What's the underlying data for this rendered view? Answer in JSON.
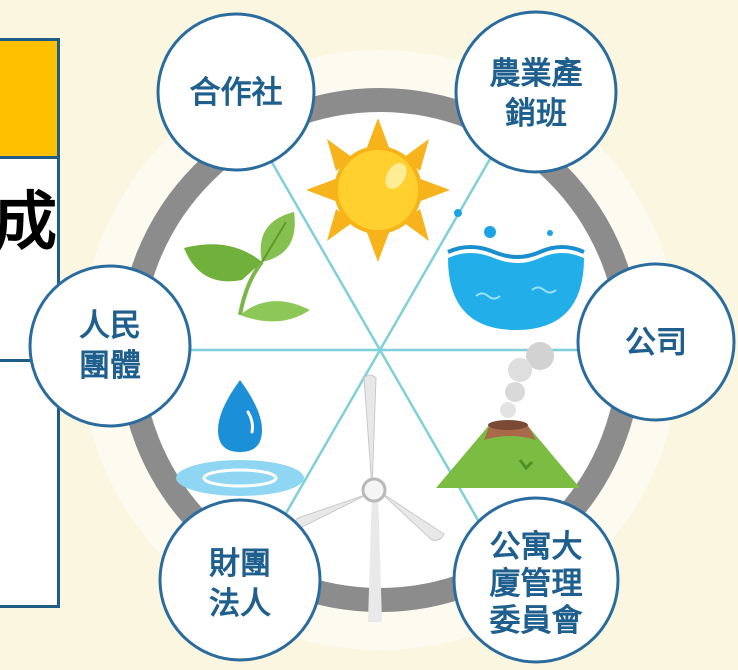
{
  "colors": {
    "background": "#fbf6df",
    "ring": "#8c8c8c",
    "node_border": "#2a6c9e",
    "node_text": "#1e5f8e",
    "divider": "#7fd0d8",
    "panel_header": "#ffc000",
    "panel_border": "#1f5d86"
  },
  "left_panel": {
    "partial_glyph": "成"
  },
  "center_icons": [
    "sun-icon",
    "water-icon",
    "volcano-icon",
    "wind-turbine-icon",
    "water-drop-icon",
    "leaf-icon"
  ],
  "nodes": [
    {
      "name": "cooperative",
      "lines": [
        "合作社"
      ]
    },
    {
      "name": "farm-production-team",
      "lines": [
        "農業產",
        "銷班"
      ]
    },
    {
      "name": "company",
      "lines": [
        "公司"
      ]
    },
    {
      "name": "apartment-committee",
      "lines": [
        "公寓大",
        "廈管理",
        "委員會"
      ]
    },
    {
      "name": "foundation",
      "lines": [
        "財團",
        "法人"
      ]
    },
    {
      "name": "civic-group",
      "lines": [
        "人民",
        "團體"
      ]
    }
  ]
}
